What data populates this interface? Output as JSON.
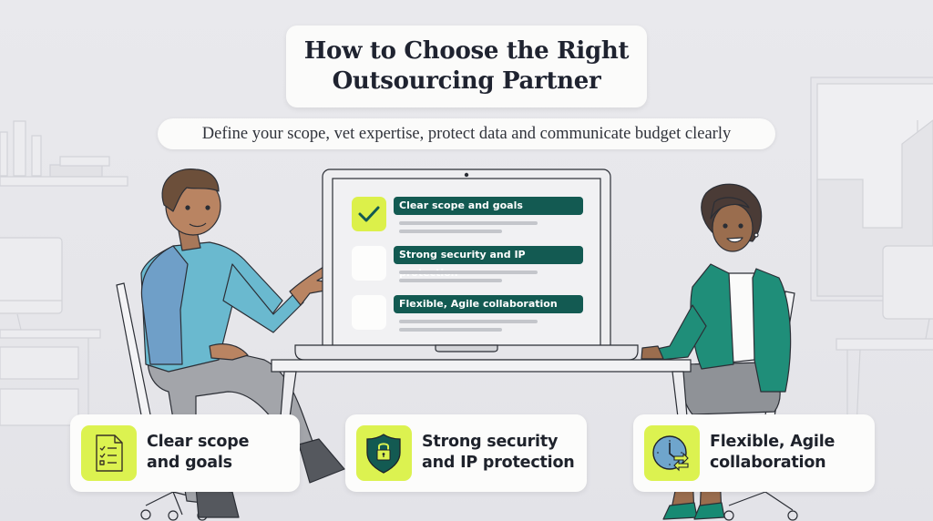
{
  "title": {
    "line1": "How to Choose the Right",
    "line2": "Outsourcing Partner"
  },
  "subtitle": "Define your scope, vet expertise, protect data and communicate budget clearly",
  "laptop": {
    "items": [
      {
        "label": "Clear scope and goals",
        "checked": true
      },
      {
        "label": "Strong security and IP protection",
        "checked": false
      },
      {
        "label": "Flexible, Agile collaboration",
        "checked": false
      }
    ]
  },
  "cards": [
    {
      "icon": "checklist-document-icon",
      "line1": "Clear scope",
      "line2": "and goals"
    },
    {
      "icon": "shield-lock-icon",
      "line1": "Strong security",
      "line2": "and IP protection"
    },
    {
      "icon": "clock-exchange-icon",
      "line1": "Flexible, Agile",
      "line2": "collaboration"
    }
  ],
  "colors": {
    "accent_lime": "#dcf250",
    "accent_teal": "#135a52",
    "background": "#e8e8ec",
    "text_dark": "#1f2330"
  }
}
